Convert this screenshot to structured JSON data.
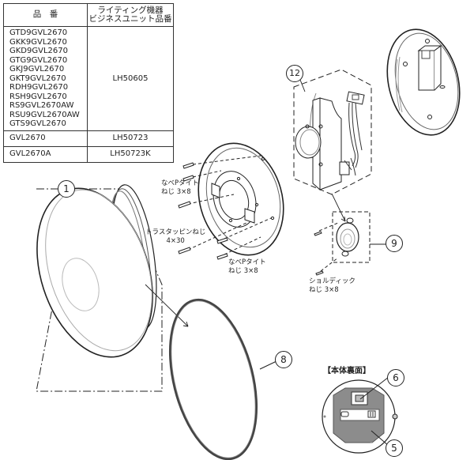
{
  "table": {
    "headers": {
      "model": "品　番",
      "unit_line1": "ライティング機器",
      "unit_line2": "ビジネスユニット品番"
    },
    "rows": [
      {
        "models": [
          "GTD9GVL2670",
          "GKK9GVL2670",
          "GKD9GVL2670",
          "GTG9GVL2670",
          "GKJ9GVL2670",
          "GKT9GVL2670",
          "RDH9GVL2670",
          "RSH9GVL2670",
          "RS9GVL2670AW",
          "RSU9GVL2670AW",
          "GTS9GVL2670"
        ],
        "unit": "LH50605"
      },
      {
        "models": [
          "GVL2670"
        ],
        "unit": "LH50723"
      },
      {
        "models": [
          "GVL2670A"
        ],
        "unit": "LH50723K"
      }
    ]
  },
  "labels": {
    "screw_top_1": "なべPタイト",
    "screw_top_2": "ねじ 3×8",
    "truss_1": "トラスタッピンねじ",
    "truss_2": "4×30",
    "screw_bottom_1": "なべPタイト",
    "screw_bottom_2": "ねじ 3×8",
    "shoulder_1": "ショルディック",
    "shoulder_2": "ねじ 3×8",
    "back_view_title": "【本体裏面】"
  },
  "callouts": {
    "shade": "1",
    "gasket": "8",
    "sensor": "9",
    "unit": "12",
    "part6": "6",
    "part5": "5"
  },
  "colors": {
    "line": "#222222",
    "fill_gray": "#8c8c8c",
    "light_gray": "#bbbbbb"
  }
}
